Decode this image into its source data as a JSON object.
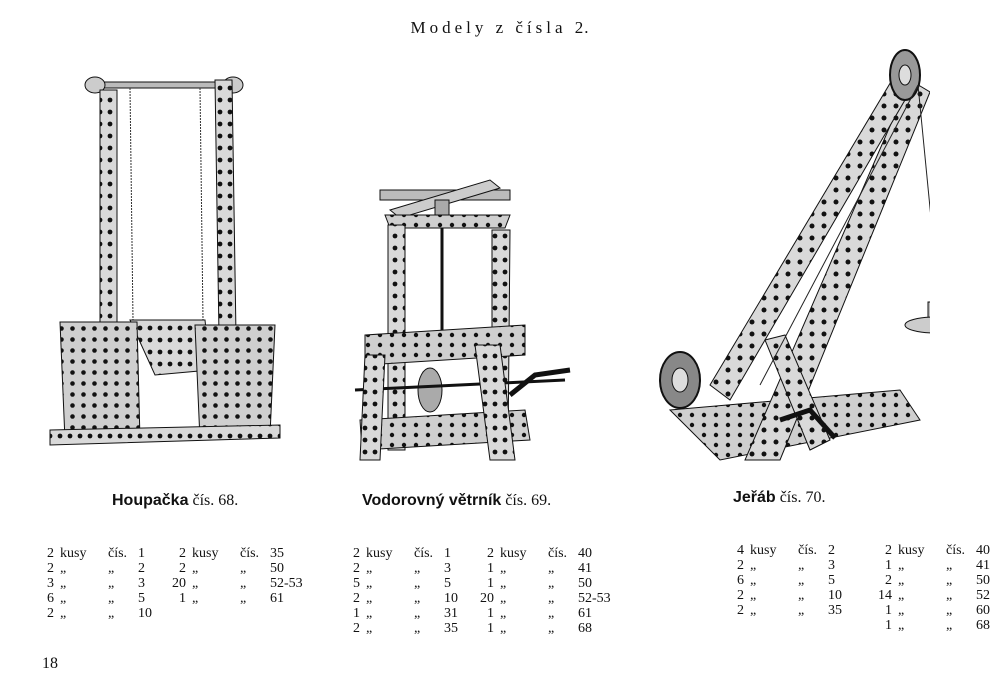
{
  "header": {
    "title": "Modely z čísla",
    "number": "2."
  },
  "models": [
    {
      "name": "Houpačka",
      "number": "čís. 68.",
      "parts_left": [
        {
          "q": "2",
          "u": "kusy",
          "c": "čís.",
          "n": "1"
        },
        {
          "q": "2",
          "u": "„",
          "c": "„",
          "n": "2"
        },
        {
          "q": "3",
          "u": "„",
          "c": "„",
          "n": "3"
        },
        {
          "q": "6",
          "u": "„",
          "c": "„",
          "n": "5"
        },
        {
          "q": "2",
          "u": "„",
          "c": "„",
          "n": "10"
        }
      ],
      "parts_right": [
        {
          "q": "2",
          "u": "kusy",
          "c": "čís.",
          "n": "35"
        },
        {
          "q": "2",
          "u": "„",
          "c": "„",
          "n": "50"
        },
        {
          "q": "20",
          "u": "„",
          "c": "„",
          "n": "52-53"
        },
        {
          "q": "1",
          "u": "„",
          "c": "„",
          "n": "61"
        }
      ]
    },
    {
      "name": "Vodorovný větrník",
      "number": "čís. 69.",
      "parts_left": [
        {
          "q": "2",
          "u": "kusy",
          "c": "čís.",
          "n": "1"
        },
        {
          "q": "2",
          "u": "„",
          "c": "„",
          "n": "3"
        },
        {
          "q": "5",
          "u": "„",
          "c": "„",
          "n": "5"
        },
        {
          "q": "2",
          "u": "„",
          "c": "„",
          "n": "10"
        },
        {
          "q": "1",
          "u": "„",
          "c": "„",
          "n": "31"
        },
        {
          "q": "2",
          "u": "„",
          "c": "„",
          "n": "35"
        }
      ],
      "parts_right": [
        {
          "q": "2",
          "u": "kusy",
          "c": "čís.",
          "n": "40"
        },
        {
          "q": "1",
          "u": "„",
          "c": "„",
          "n": "41"
        },
        {
          "q": "1",
          "u": "„",
          "c": "„",
          "n": "50"
        },
        {
          "q": "20",
          "u": "„",
          "c": "„",
          "n": "52-53"
        },
        {
          "q": "1",
          "u": "„",
          "c": "„",
          "n": "61"
        },
        {
          "q": "1",
          "u": "„",
          "c": "„",
          "n": "68"
        }
      ]
    },
    {
      "name": "Jeřáb",
      "number": "čís. 70.",
      "parts_left": [
        {
          "q": "4",
          "u": "kusy",
          "c": "čís.",
          "n": "2"
        },
        {
          "q": "2",
          "u": "„",
          "c": "„",
          "n": "3"
        },
        {
          "q": "6",
          "u": "„",
          "c": "„",
          "n": "5"
        },
        {
          "q": "2",
          "u": "„",
          "c": "„",
          "n": "10"
        },
        {
          "q": "2",
          "u": "„",
          "c": "„",
          "n": "35"
        }
      ],
      "parts_right": [
        {
          "q": "2",
          "u": "kusy",
          "c": "čís.",
          "n": "40"
        },
        {
          "q": "1",
          "u": "„",
          "c": "„",
          "n": "41"
        },
        {
          "q": "2",
          "u": "„",
          "c": "„",
          "n": "50"
        },
        {
          "q": "14",
          "u": "„",
          "c": "„",
          "n": "52"
        },
        {
          "q": "1",
          "u": "„",
          "c": "„",
          "n": "60"
        },
        {
          "q": "1",
          "u": "„",
          "c": "„",
          "n": "68"
        }
      ]
    }
  ],
  "page_number": "18"
}
